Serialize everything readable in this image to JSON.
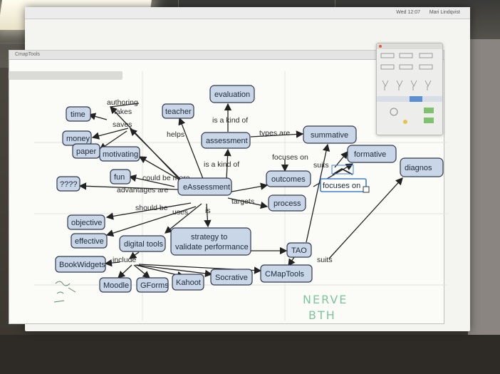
{
  "screen": {
    "menubar_clock": "Wed 12:07",
    "menubar_user": "Mari Lindqvist",
    "app_name": "CmapTools"
  },
  "concept_map": {
    "nodes": {
      "time": "time",
      "money": "money",
      "paper": "paper",
      "motivating": "motivating",
      "fun": "fun",
      "unknown": "????",
      "teacher": "teacher",
      "evaluation": "evaluation",
      "assessment": "assessment",
      "summative": "summative",
      "formative": "formative",
      "diagnostic": "diagnos",
      "outcomes": "outcomes",
      "process": "process",
      "eassessment": "eAssessment",
      "objective": "objective",
      "effective": "effective",
      "digital_tools": "digital tools",
      "strategy_line1": "strategy to",
      "strategy_line2": "validate performance",
      "tao": "TAO",
      "bookwidgets": "BookWidgets",
      "moodle": "Moodle",
      "gforms": "GForms",
      "kahoot": "Kahoot",
      "socrative": "Socrative",
      "cmaptools": "CMapTools"
    },
    "links": {
      "authoring": "authoring",
      "takes": "takes",
      "saves": "saves",
      "helps": "helps",
      "is_a_kind_of_1": "is a kind of",
      "is_a_kind_of_2": "is a kind of",
      "types_are": "types are",
      "focuses_on_1": "focuses on",
      "focuses_on_2": "focuses on",
      "suits_1": "suits",
      "suits_2": "suits",
      "could_be_more": "could be more",
      "advantages_are": "advantages are",
      "targets": "targets",
      "should_be": "should be",
      "uses": "uses",
      "is": "is",
      "include": "include"
    }
  },
  "whiteboard_handwriting": {
    "line1": "NERVE",
    "line2": "BTH"
  },
  "colors": {
    "node_fill": "#c9d6e8",
    "node_stroke": "#2f3a4a",
    "arrow": "#222222",
    "handwriting": "#7fc49d",
    "selection": "#3d7fd6"
  }
}
